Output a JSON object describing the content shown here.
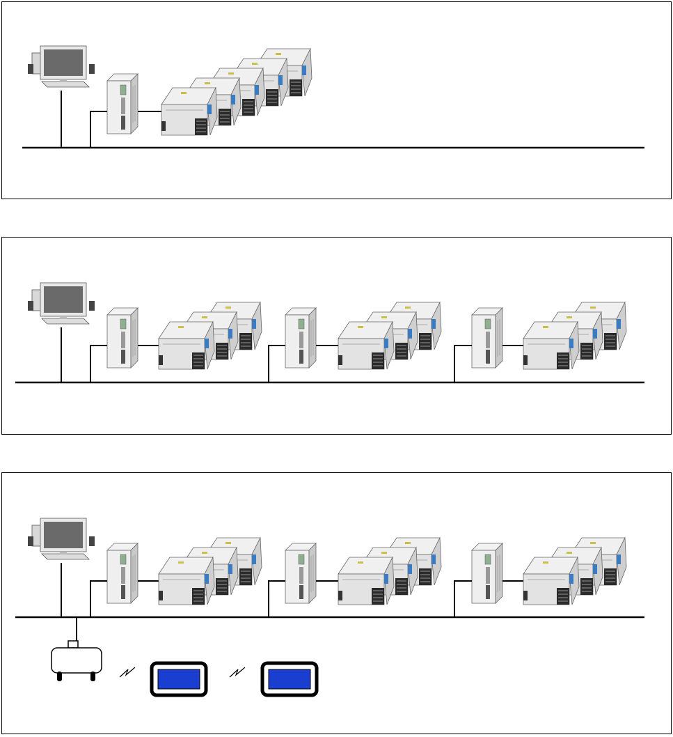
{
  "diagram": {
    "panels": [
      {
        "id": "single-line",
        "lines": 1,
        "machines_per_line": 5,
        "has_wireless": false
      },
      {
        "id": "multi-line",
        "lines": 3,
        "machines_per_line": 3,
        "has_wireless": false
      },
      {
        "id": "multi-line-wireless",
        "lines": 3,
        "machines_per_line": 3,
        "has_wireless": true,
        "handheld_terminals": 2
      }
    ],
    "colors": {
      "border": "#000000",
      "terminal_screen": "#1a3fd0",
      "monitor_screen": "#6a6a6a",
      "machine_body": "#e6e6e6",
      "accent_blue": "#3b7bbf"
    }
  }
}
